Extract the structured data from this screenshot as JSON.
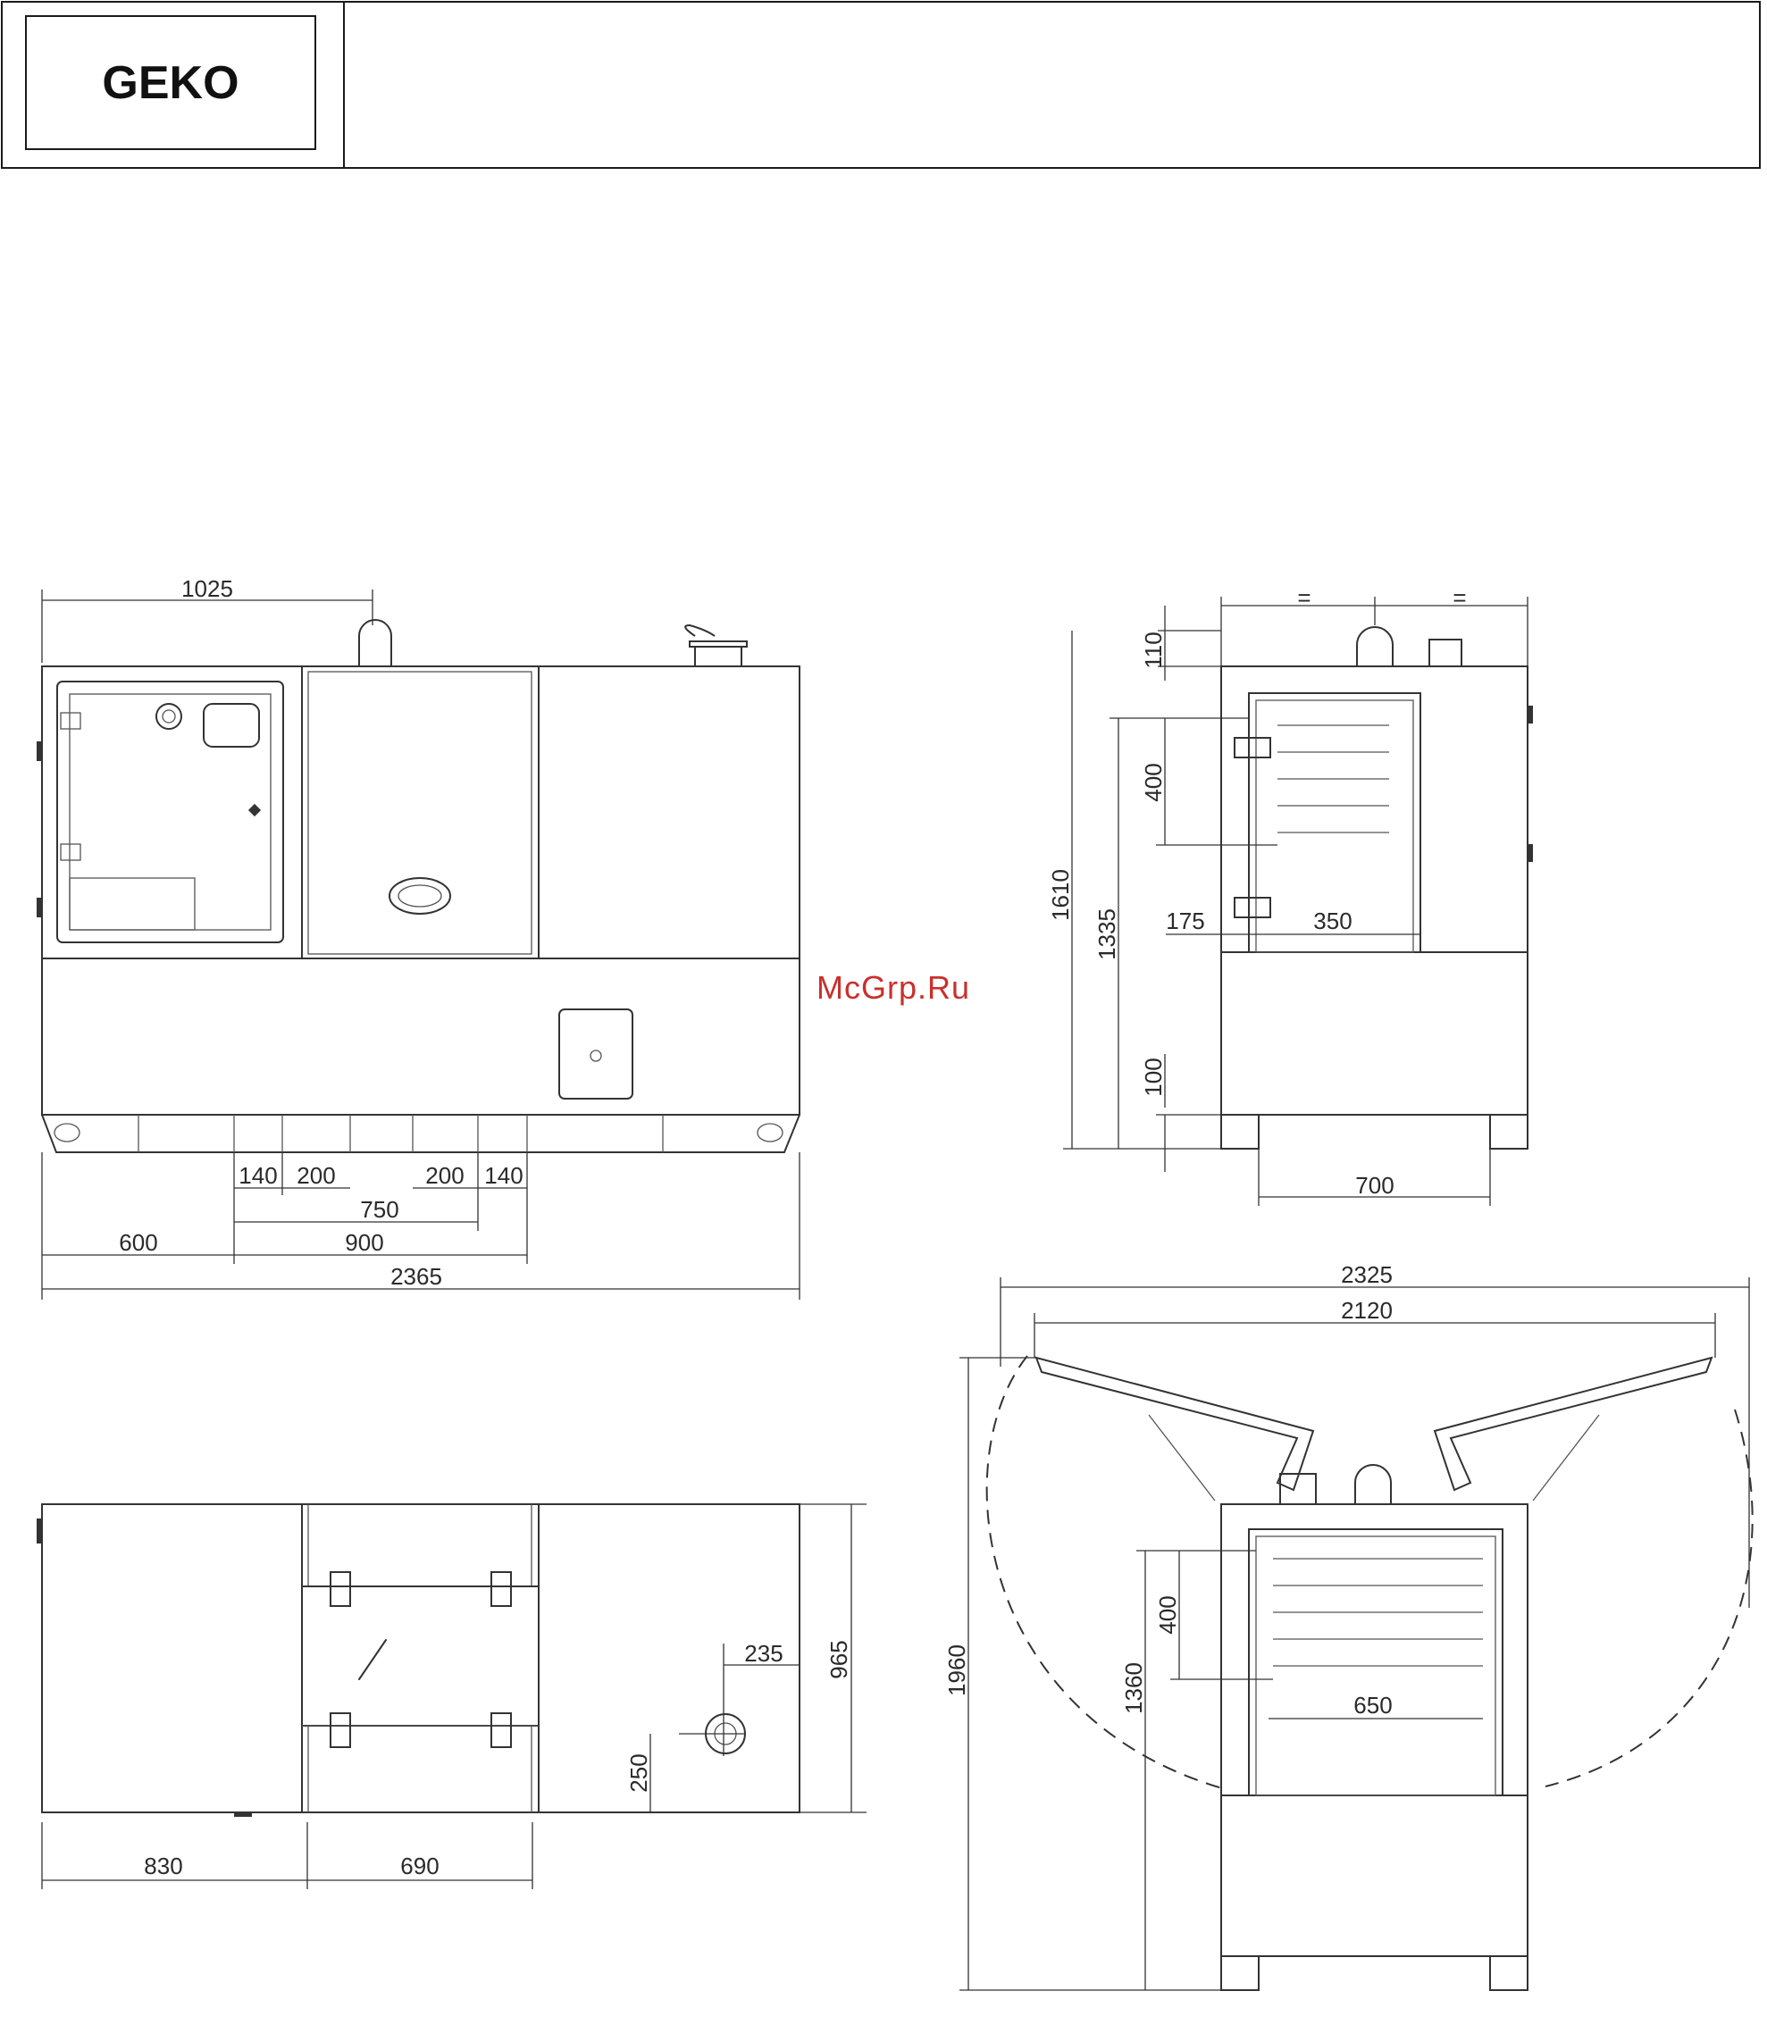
{
  "header": {
    "logo": "GEKO"
  },
  "watermark": "McGrp.Ru",
  "front_view": {
    "dims": [
      "1025",
      "140",
      "200",
      "200",
      "140",
      "750",
      "600",
      "900",
      "2365"
    ]
  },
  "side_view": {
    "dims": [
      "=",
      "=",
      "110",
      "400",
      "1610",
      "1335",
      "175",
      "350",
      "100",
      "700"
    ]
  },
  "top_view": {
    "dims": [
      "235",
      "965",
      "250",
      "830",
      "690"
    ]
  },
  "open_view": {
    "dims": [
      "2325",
      "2120",
      "1960",
      "400",
      "1360",
      "650"
    ]
  }
}
